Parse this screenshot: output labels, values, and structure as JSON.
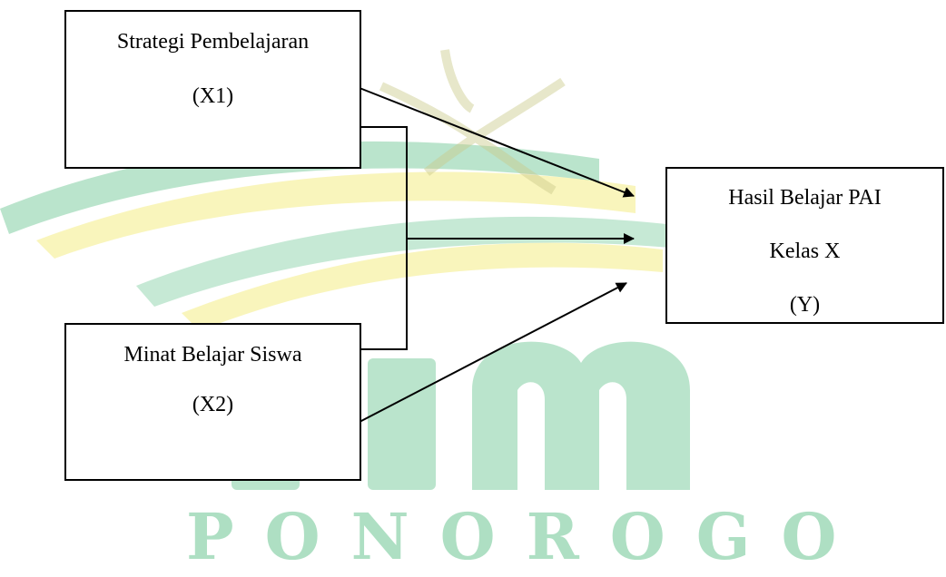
{
  "watermark": {
    "text": "PONOROGO",
    "green": "#1aa656",
    "yellow": "#f2e96b"
  },
  "boxes": {
    "x1": {
      "title": "Strategi Pembelajaran",
      "code": "(X1)"
    },
    "x2": {
      "title": "Minat Belajar Siswa",
      "code": "(X2)"
    },
    "y": {
      "title": "Hasil Belajar PAI",
      "subtitle": "Kelas X",
      "code": "(Y)"
    }
  }
}
